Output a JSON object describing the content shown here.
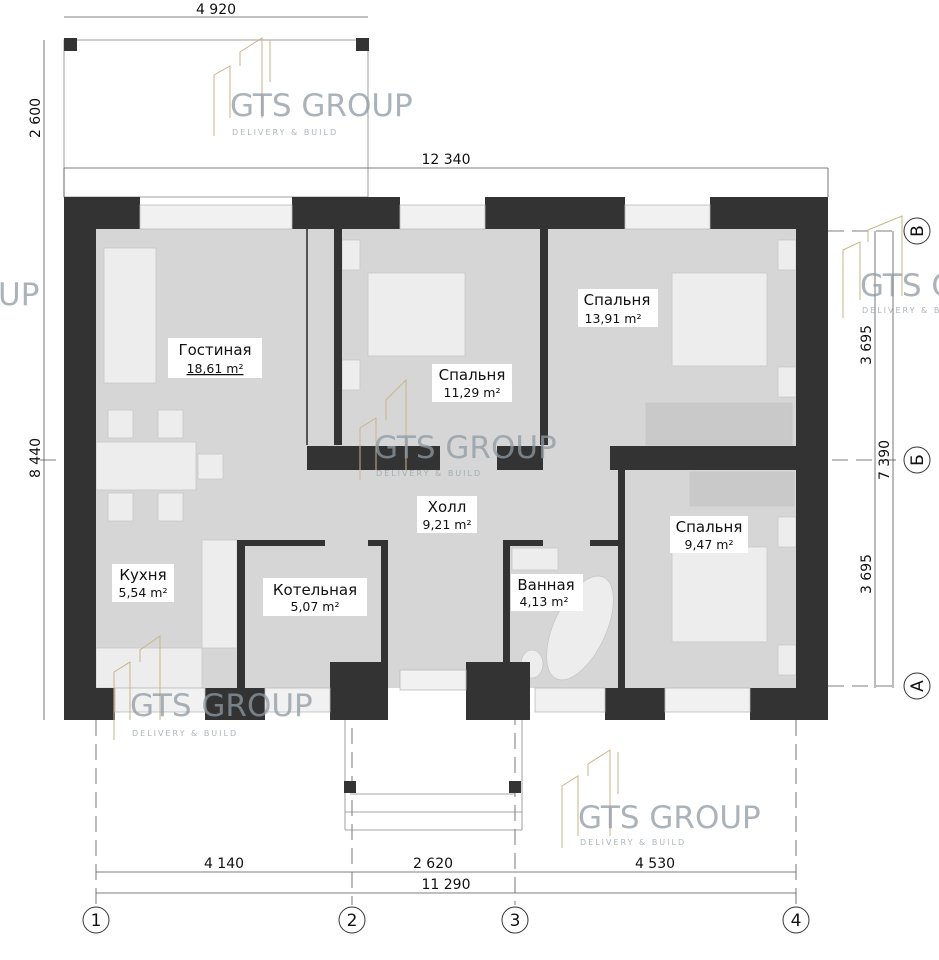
{
  "plan": {
    "colors": {
      "wall": "#333333",
      "floor": "#d6d6d6",
      "furniture": "#ededed",
      "watermark": "#8f9aa3",
      "logo_lines": "#c8b58a"
    },
    "dimensions": {
      "terrace_width": "4 920",
      "terrace_depth": "2 600",
      "overall_width": "12 340",
      "overall_depth": "8 440",
      "right_upper": "3 695",
      "right_total": "7 390",
      "right_lower": "3 695",
      "bottom_1_2": "4 140",
      "bottom_2_3": "2 620",
      "bottom_3_4": "4 530",
      "bottom_total": "11 290"
    },
    "axes": {
      "rows": [
        "В",
        "Б",
        "А"
      ],
      "columns": [
        "1",
        "2",
        "3",
        "4"
      ]
    },
    "rooms": [
      {
        "name": "Гостиная",
        "area": "18,61 m²"
      },
      {
        "name": "Спальня",
        "area": "11,29 m²"
      },
      {
        "name": "Спальня",
        "area": "13,91 m²"
      },
      {
        "name": "Холл",
        "area": "9,21 m²"
      },
      {
        "name": "Кухня",
        "area": "5,54 m²"
      },
      {
        "name": "Котельная",
        "area": "5,07 m²"
      },
      {
        "name": "Ванная",
        "area": "4,13 m²"
      },
      {
        "name": "Спальня",
        "area": "9,47 m²"
      }
    ],
    "watermark": {
      "title": "GTS GROUP",
      "subtitle": "DELIVERY & BUILD",
      "partial": "UP"
    }
  }
}
